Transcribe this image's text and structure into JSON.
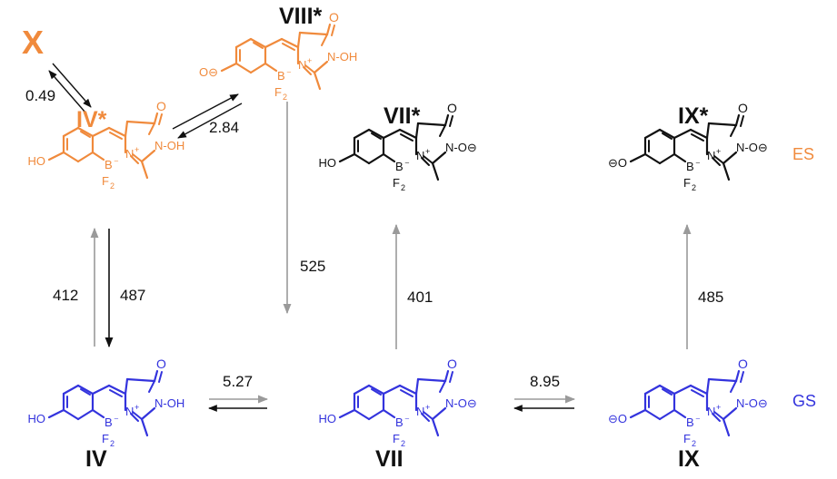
{
  "colors": {
    "excited": "#f08a3c",
    "ground": "#3333dd",
    "neutral": "#111111",
    "arrow_gray": "#9a9a9a"
  },
  "compounds": {
    "X": {
      "label": "X"
    },
    "IV_star": {
      "label": "IV*",
      "left_group": "HO",
      "right_group": "N-OH"
    },
    "VIII_star": {
      "label": "VIII*",
      "left_group": "O⊖",
      "right_group": "N-OH"
    },
    "VII_star": {
      "label": "VII*",
      "left_group": "HO",
      "right_group": "N-O⊖"
    },
    "IX_star": {
      "label": "IX*",
      "left_group": "⊖O",
      "right_group": "N-O⊖"
    },
    "IV": {
      "label": "IV",
      "left_group": "HO",
      "right_group": "N-OH"
    },
    "VII": {
      "label": "VII",
      "left_group": "HO",
      "right_group": "N-O⊖"
    },
    "IX": {
      "label": "IX",
      "left_group": "⊖O",
      "right_group": "N-O⊖"
    }
  },
  "atoms": {
    "boron": "B",
    "fluorine": "F",
    "subscript_two": "2",
    "nitrogen": "N",
    "oxygen": "O"
  },
  "rates": {
    "x_iv": "0.49",
    "iv_viii": "2.84",
    "iv_up": "412",
    "iv_down": "487",
    "viii_vii": "525",
    "vii_up": "401",
    "iv_vii": "5.27",
    "vii_ix": "8.95",
    "ix_up": "485"
  },
  "states": {
    "excited": "ES",
    "ground": "GS"
  }
}
